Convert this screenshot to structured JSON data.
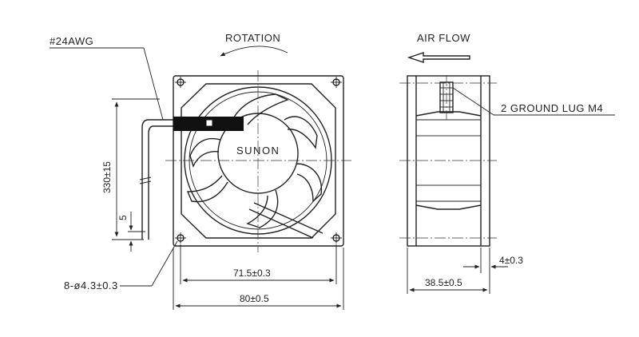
{
  "labels": {
    "wire_gauge": "#24AWG",
    "rotation": "ROTATION",
    "air_flow": "AIR FLOW",
    "ground_lug": "2 GROUND LUG M4",
    "brand": "SUNON",
    "lead_length": "330±15",
    "strip_length": "5",
    "mount_holes": "8-ø4.3±0.3",
    "hole_spacing": "71.5±0.3",
    "frame_width": "80±0.5",
    "frame_depth": "38.5±0.5",
    "lug_offset": "4±0.3"
  },
  "colors": {
    "line": "#222222",
    "label_block": "#111111"
  },
  "icons": {
    "rotation_arrow": "curved-arrow-icon",
    "airflow_arrow": "left-arrow-icon",
    "mounting_hole": "circle-hole-icon"
  }
}
